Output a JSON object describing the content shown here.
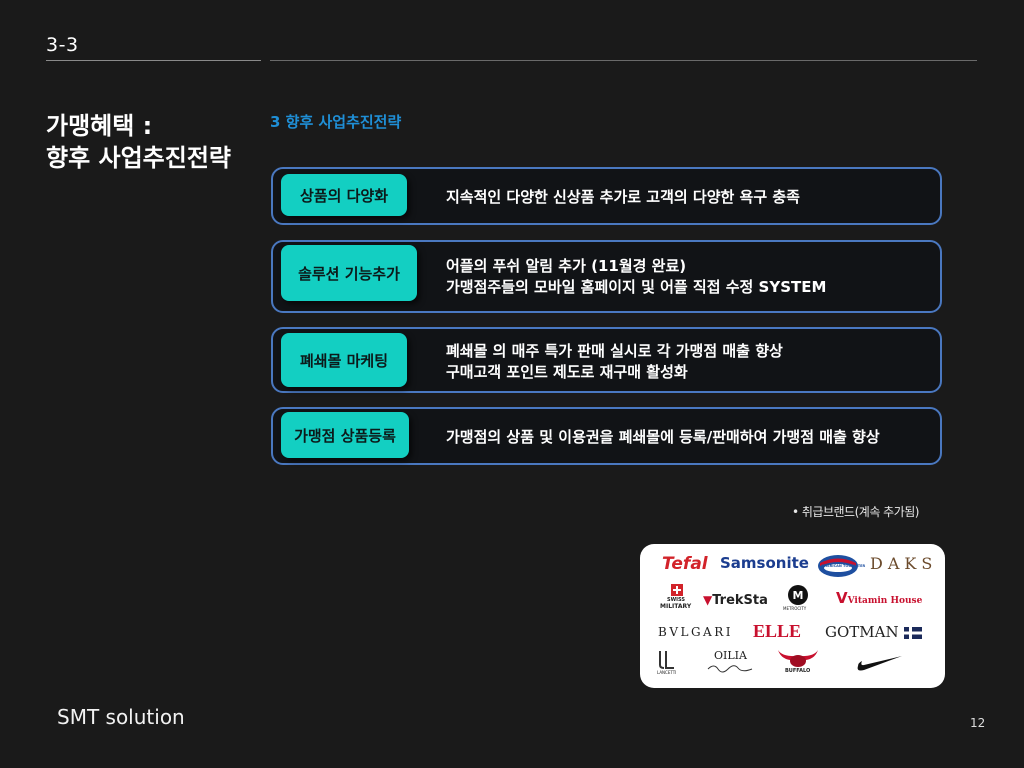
{
  "header": {
    "slide_number": "3-3"
  },
  "title": {
    "line1": "가맹혜택 :",
    "line2": "향후 사업추진전략"
  },
  "section_heading": "3 향후 사업추진전략",
  "rows": [
    {
      "tag": "상품의 다양화",
      "lines": [
        "지속적인  다양한 신상품 추가로 고객의 다양한 욕구 충족"
      ]
    },
    {
      "tag": "솔루션 기능추가",
      "lines": [
        "어플의 푸쉬 알림 추가 (11월경 완료)",
        "가맹점주들의 모바일 홈페이지 및 어플 직접 수정 SYSTEM"
      ]
    },
    {
      "tag": "폐쇄몰 마케팅",
      "lines": [
        "폐쇄몰 의 매주 특가 판매 실시로 각 가맹점 매출 향상",
        "구매고객 포인트 제도로 재구매 활성화"
      ]
    },
    {
      "tag": "가맹점 상품등록",
      "lines": [
        "가맹점의 상품 및 이용권을 폐쇄몰에 등록/판매하여 가맹점 매출 향상"
      ]
    }
  ],
  "brands": {
    "caption": "• 취급브랜드(계속 추가됨)",
    "logos": {
      "tefal": "Tefal",
      "samsonite": "Samsonite",
      "american_tourister": "AMERICAN TOURISTER",
      "daks": "DAKS",
      "swiss_military_1": "SWISS",
      "swiss_military_2": "MILITARY",
      "trekstar": "TrekSta",
      "metrocity": "METROCITY",
      "vitamin_house": "Vitamin House",
      "bvlgari": "BVLGARI",
      "elle": "ELLE",
      "gotman": "GOTMAN",
      "lancetti": "LANCETTI",
      "oilia": "OILIA",
      "buffalo": "BUFFALO",
      "nike": "Nike"
    },
    "colors": {
      "tefal_red": "#d2232a",
      "samsonite_blue": "#1b3d8f",
      "tourister_blue": "#1e4fa0",
      "vitamin_red": "#c8102e"
    }
  },
  "footer": {
    "brand": "SMT solution",
    "page_number": "12"
  },
  "colors": {
    "background": "#1a1a1a",
    "accent_teal": "#13cfc2",
    "row_border": "#4a78c0",
    "heading_blue": "#1f8fd6"
  }
}
